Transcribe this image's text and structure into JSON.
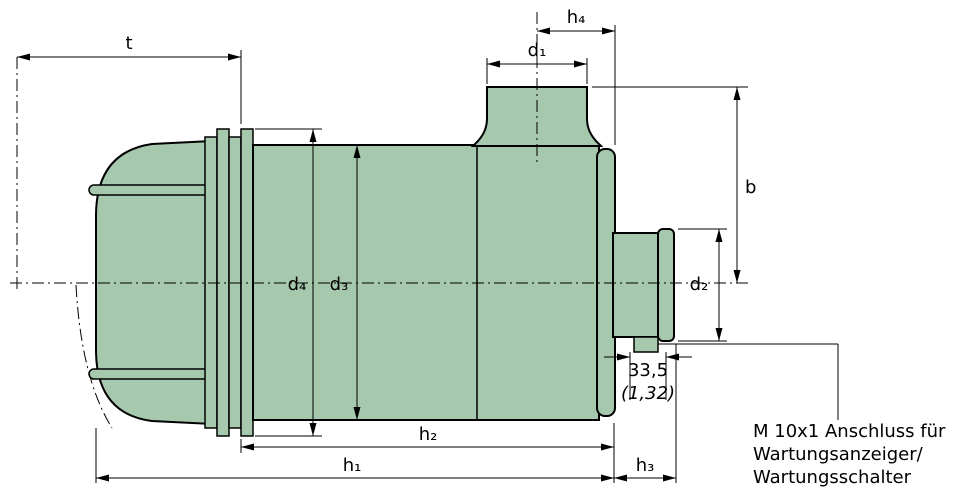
{
  "colors": {
    "body": "#a6c9ae",
    "line": "#000000",
    "background": "#ffffff"
  },
  "dims": {
    "t": "t",
    "h1": "h₁",
    "h2": "h₂",
    "h3": "h₃",
    "h4": "h₄",
    "d1": "d₁",
    "d2": "d₂",
    "d3": "d₃",
    "d4": "d₄",
    "b": "b",
    "offset_mm": "33,5",
    "offset_inch": "(1,32)"
  },
  "note": {
    "line1": "M 10x1 Anschluss für",
    "line2": "Wartungsanzeiger/",
    "line3": "Wartungsschalter"
  }
}
